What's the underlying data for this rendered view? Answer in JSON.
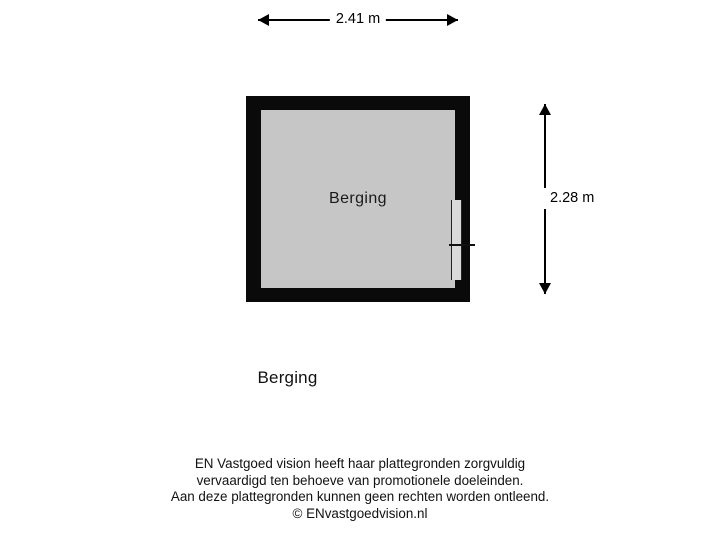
{
  "floorplan": {
    "room_label": "Berging",
    "plan_title": "Berging",
    "dimensions": {
      "width_label": "2.41 m",
      "height_label": "2.28 m"
    }
  },
  "disclaimer": {
    "line1": "EN Vastgoed vision heeft haar plattegronden zorgvuldig",
    "line2": "vervaardigd ten behoeve van promotionele doeleinden.",
    "line3": "Aan deze plattegronden kunnen geen rechten worden ontleend.",
    "line4": "© ENvastgoedvision.nl"
  },
  "colors": {
    "wall": "#0a0a0a",
    "room_fill": "#c6c6c6",
    "background": "#ffffff",
    "text": "#111111"
  }
}
